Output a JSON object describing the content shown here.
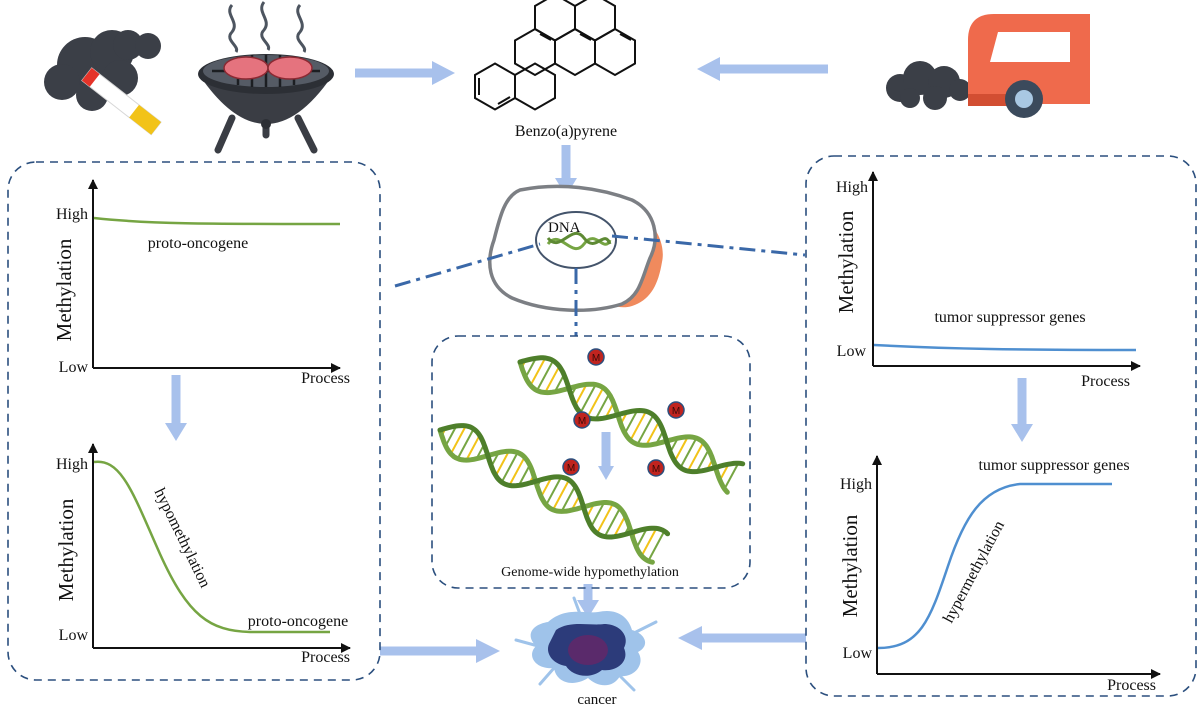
{
  "colors": {
    "flow_arrow": "#a8c1ec",
    "box_border": "#2b4f7e",
    "oncogene_curve": "#76a543",
    "suppressor_curve": "#4f8fd0",
    "cell_accent": "#f08a5d",
    "truck_body": "#ef6a4c",
    "smoke": "#3b3f47",
    "methyl_mark": "#c0241f"
  },
  "sources": {
    "cigarette": "cigarette-icon",
    "grill": "grill-icon",
    "truck": "truck-icon",
    "molecule": "benzopyrene-structure-icon",
    "molecule_label": "Benzo(a)pyrene"
  },
  "cell": {
    "dna_label": "DNA"
  },
  "center_panel": {
    "methyl_symbol": "M",
    "caption": "Genome-wide hypomethylation"
  },
  "cancer_label": "cancer",
  "charts": {
    "left_top": {
      "y_axis_label": "Methylation",
      "y_high": "High",
      "y_low": "Low",
      "x_axis_label": "Process",
      "curve_label": "proto-oncogene"
    },
    "left_bottom": {
      "y_axis_label": "Methylation",
      "y_high": "High",
      "y_low": "Low",
      "x_axis_label": "Process",
      "curve_label": "proto-oncogene",
      "trend_label": "hypomethylation"
    },
    "right_top": {
      "y_axis_label": "Methylation",
      "y_high": "High",
      "y_low": "Low",
      "x_axis_label": "Process",
      "curve_label": "tumor suppressor genes"
    },
    "right_bottom": {
      "y_axis_label": "Methylation",
      "y_high": "High",
      "y_low": "Low",
      "x_axis_label": "Process",
      "curve_label": "tumor suppressor genes",
      "trend_label": "hypermethylation"
    }
  }
}
